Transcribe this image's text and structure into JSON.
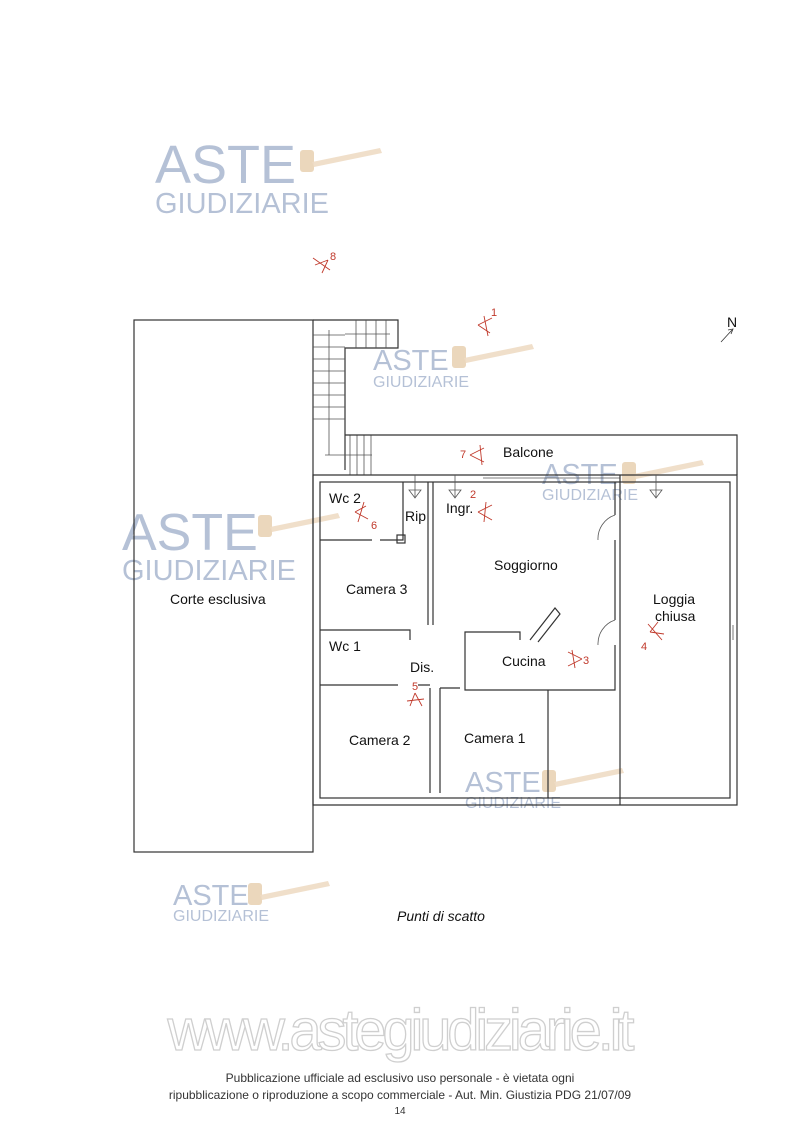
{
  "watermark": {
    "line1": "ASTE",
    "line2": "GIUDIZIARIE",
    "site": "www.astegiudiziarie.it"
  },
  "plan": {
    "north": "N",
    "rooms": {
      "corte": "Corte esclusiva",
      "balcone": "Balcone",
      "wc2": "Wc 2",
      "rip": "Rip",
      "ingr": "Ingr.",
      "soggiorno": "Soggiorno",
      "camera3": "Camera 3",
      "wc1": "Wc 1",
      "dis": "Dis.",
      "cucina": "Cucina",
      "loggia1": "Loggia",
      "loggia2": "chiusa",
      "camera2": "Camera 2",
      "camera1": "Camera 1"
    },
    "shots": [
      "1",
      "2",
      "3",
      "4",
      "5",
      "6",
      "7",
      "8"
    ],
    "caption": "Punti di scatto"
  },
  "footer": {
    "page": "14",
    "line1": "Pubblicazione ufficiale ad esclusivo uso personale - è vietata ogni",
    "line2": "ripubblicazione o riproduzione a scopo commerciale - Aut. Min. Giustizia PDG 21/07/09"
  },
  "colors": {
    "marker": "#c0392b",
    "watermark": "#a9b7d0"
  }
}
